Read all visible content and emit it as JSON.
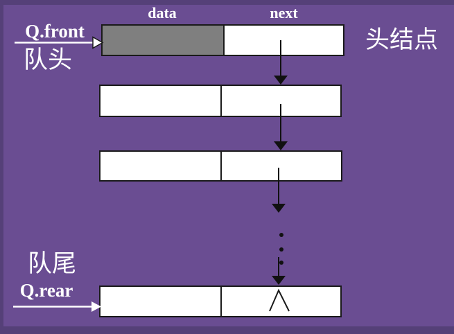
{
  "colors": {
    "background": "#6a4d92",
    "edge_band": "#554078",
    "node_fill": "#ffffff",
    "shaded_data_cell": "#7f7f7f",
    "node_border": "#1a1a1a",
    "arrow_black": "#111111",
    "arrow_white": "#ffffff",
    "label_text": "#ffffff"
  },
  "labels": {
    "data_field": "data",
    "next_field": "next",
    "q_front": "Q.front",
    "queue_front_cn": "队头",
    "head_node_cn": "头结点",
    "queue_rear_cn": "队尾",
    "q_rear": "Q.rear",
    "null_marker": "∧"
  },
  "diagram": {
    "kind": "linked-queue-with-head-node",
    "nodes": [
      {
        "id": "head-node",
        "data_cell": "shaded",
        "next_cell": "arrow to next node"
      },
      {
        "id": "node-2",
        "data_cell": "empty",
        "next_cell": "arrow to next node"
      },
      {
        "id": "node-3",
        "data_cell": "empty",
        "next_cell": "arrow downward (chain continues)"
      },
      {
        "id": "rear-node",
        "data_cell": "empty",
        "next_cell": "∧ (null)"
      }
    ],
    "ellipsis_dot_count": 3,
    "pointers": [
      {
        "name": "Q.front",
        "points_to": "head-node"
      },
      {
        "name": "Q.rear",
        "points_to": "rear-node"
      }
    ]
  }
}
